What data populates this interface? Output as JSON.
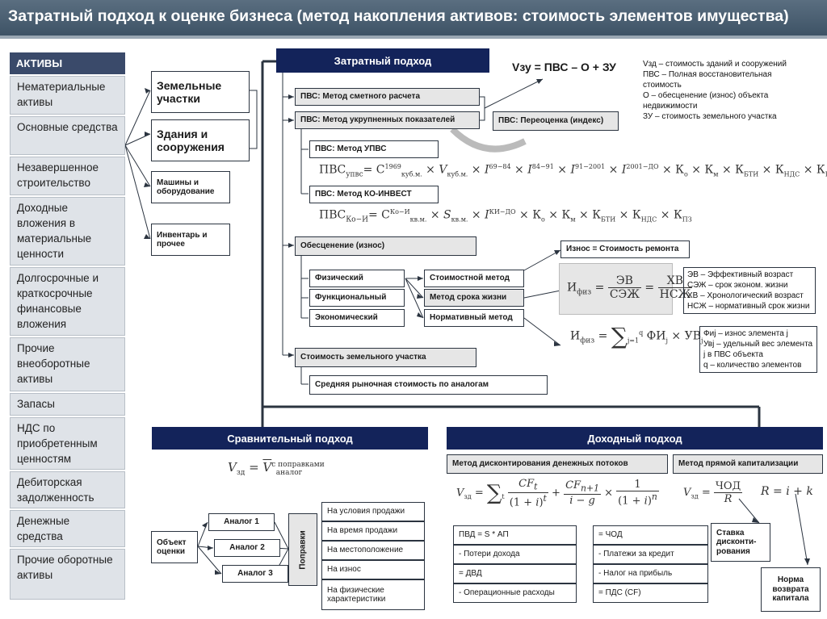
{
  "title": "Затратный подход к оценке бизнеса (метод накопления активов: стоимость элементов имущества)",
  "assets": {
    "header": "АКТИВЫ",
    "items": [
      "Нематериальные активы",
      "Основные средства",
      "Незавершенное строительство",
      "Доходные вложения в материальные ценности",
      "Долгосрочные и краткосрочные финансовые вложения",
      "Прочие внеоборотные активы",
      "Запасы",
      "НДС по приобретенным ценностям",
      "Дебиторская задолженность",
      "Денежные средства",
      "Прочие оборотные активы"
    ]
  },
  "categories": {
    "land": "Земельные участки",
    "buildings": "Здания и сооружения",
    "machines": "Машины и оборудование",
    "inventory": "Инвентарь и прочее"
  },
  "cost": {
    "header": "Затратный подход",
    "formula_main": "Vзу = ПВС – О + ЗУ",
    "legend": [
      "Vзд – стоимость зданий и сооружений",
      "ПВС – Полная восстановительная стоимость",
      "О – обесценение (износ) объекта недвижимости",
      "ЗУ – стоимость земельного участка"
    ],
    "m1": "ПВС: Метод сметного расчета",
    "m2": "ПВС: Метод укрупненных показателей",
    "m3": "ПВС: Переоценка (индекс)",
    "upvs": "ПВС: Метод УПВС",
    "koinvest": "ПВС: Метод КО-ИНВЕСТ",
    "depreciation": "Обесценение (износ)",
    "physical": "Физический",
    "functional": "Функциональный",
    "economic": "Экономический",
    "cost_method": "Стоимостной метод",
    "life_method": "Метод срока жизни",
    "norm_method": "Нормативный метод",
    "repair": "Износ = Стоимость ремонта",
    "legend2": [
      "ЭВ – Эффективный возраст",
      "СЭЖ – срок эконом. жизни",
      "ХВ – Хронологический возраст",
      "НСЖ – нормативный срок жизни"
    ],
    "legend3": [
      "Фиj – износ элемента j",
      "Увj – удельный вес элемента j в ПВС объекта",
      "q – количество элементов"
    ],
    "land_value": "Стоимость земельного участка",
    "land_avg": "Средняя рыночная стоимость по аналогам"
  },
  "comparative": {
    "header": "Сравнительный подход",
    "object": "Объект оценки",
    "analogs": [
      "Аналог 1",
      "Аналог 2",
      "Аналог 3"
    ],
    "corrections": "Поправки",
    "items": [
      "На условия продажи",
      "На время продажи",
      "На местоположение",
      "На износ",
      "На физические характеристики"
    ]
  },
  "income": {
    "header": "Доходный подход",
    "dcf": "Метод дисконтирования денежных потоков",
    "direct": "Метод прямой капитализации",
    "left": [
      "ПВД = S * АП",
      "- Потери дохода",
      "= ДВД",
      "- Операционные расходы"
    ],
    "right": [
      "= ЧОД",
      "- Платежи за кредит",
      "- Налог на прибыль",
      "= ПДС (CF)"
    ],
    "rate": "Ставка дисконти-рования",
    "norm": "Норма возврата капитала"
  }
}
